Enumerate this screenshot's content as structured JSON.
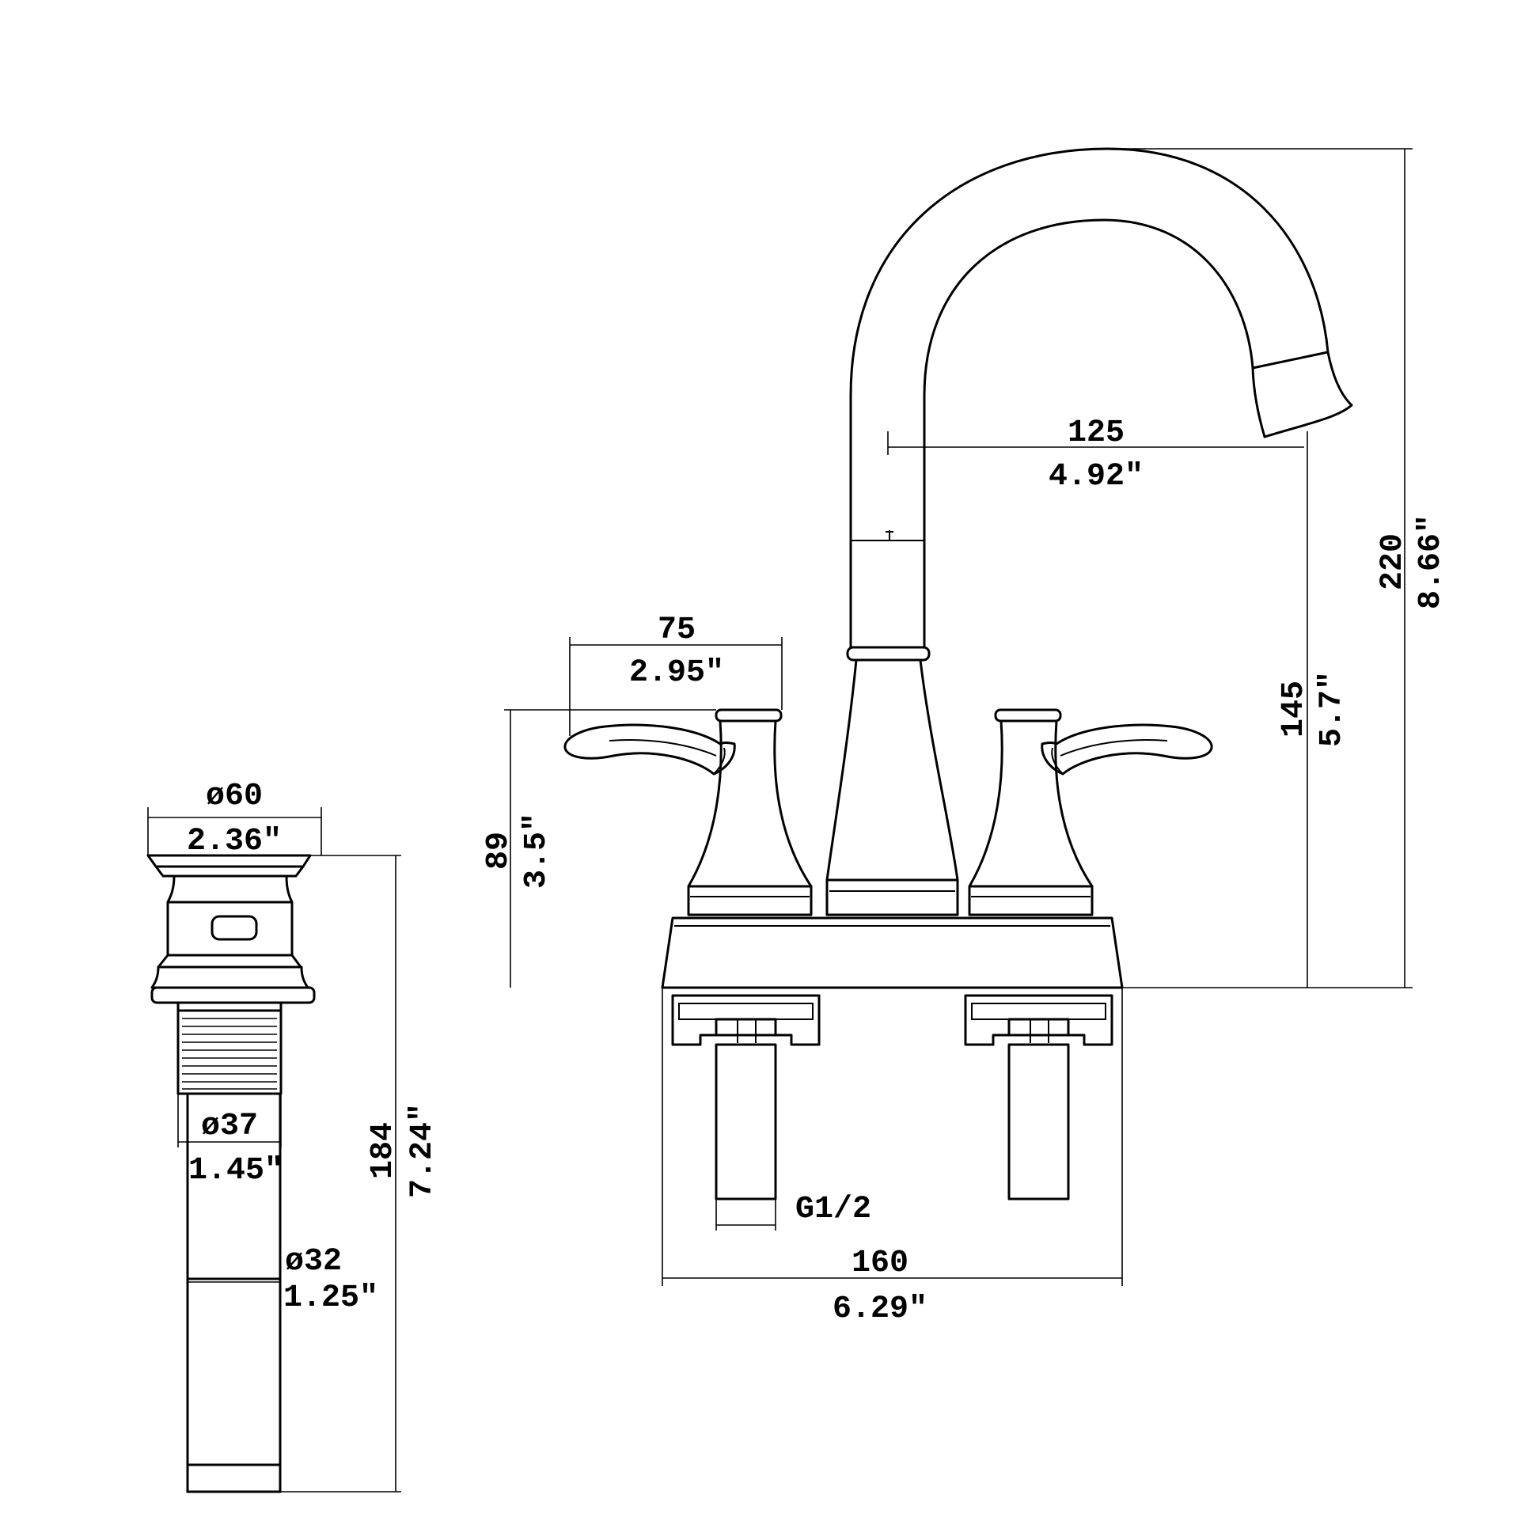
{
  "colors": {
    "line": "#000000",
    "background": "#ffffff"
  },
  "drain": {
    "cap_diameter": {
      "mm": "ø60",
      "inch": "2.36″"
    },
    "thread_diameter": {
      "mm": "ø37",
      "inch": "1.45″"
    },
    "tail_diameter": {
      "mm": "ø32",
      "inch": "1.25″"
    },
    "total_height": {
      "mm": "184",
      "inch": "7.24″"
    }
  },
  "faucet": {
    "handle_span": {
      "mm": "75",
      "inch": "2.95″"
    },
    "handle_height": {
      "mm": "89",
      "inch": "3.5″"
    },
    "spout_reach": {
      "mm": "125",
      "inch": "4.92″"
    },
    "spout_clearance": {
      "mm": "145",
      "inch": "5.7″"
    },
    "overall_height": {
      "mm": "220",
      "inch": "8.66″"
    },
    "center_spread": {
      "mm": "160",
      "inch": "6.29″"
    },
    "connection": "G1/2"
  }
}
